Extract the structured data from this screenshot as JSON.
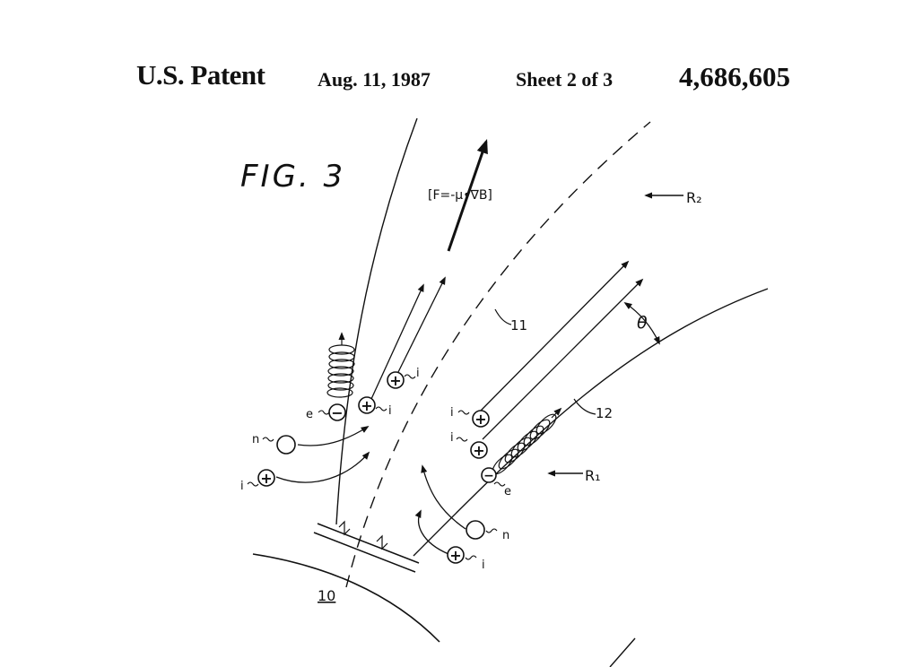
{
  "header": {
    "label": "U.S. Patent",
    "date": "Aug. 11, 1987",
    "sheet": "Sheet 2 of 3",
    "patent_number": "4,686,605"
  },
  "figure": {
    "title": "FIG. 3",
    "force_equation": "[F=-μ•∇B]",
    "labels": {
      "r2": "R₂",
      "r1": "R₁",
      "theta": "θ",
      "ref_11": "11",
      "ref_12": "12",
      "ref_10": "10"
    },
    "particles": {
      "ion": "i",
      "electron": "e",
      "neutral": "n",
      "plus": "+",
      "minus": "−"
    }
  }
}
